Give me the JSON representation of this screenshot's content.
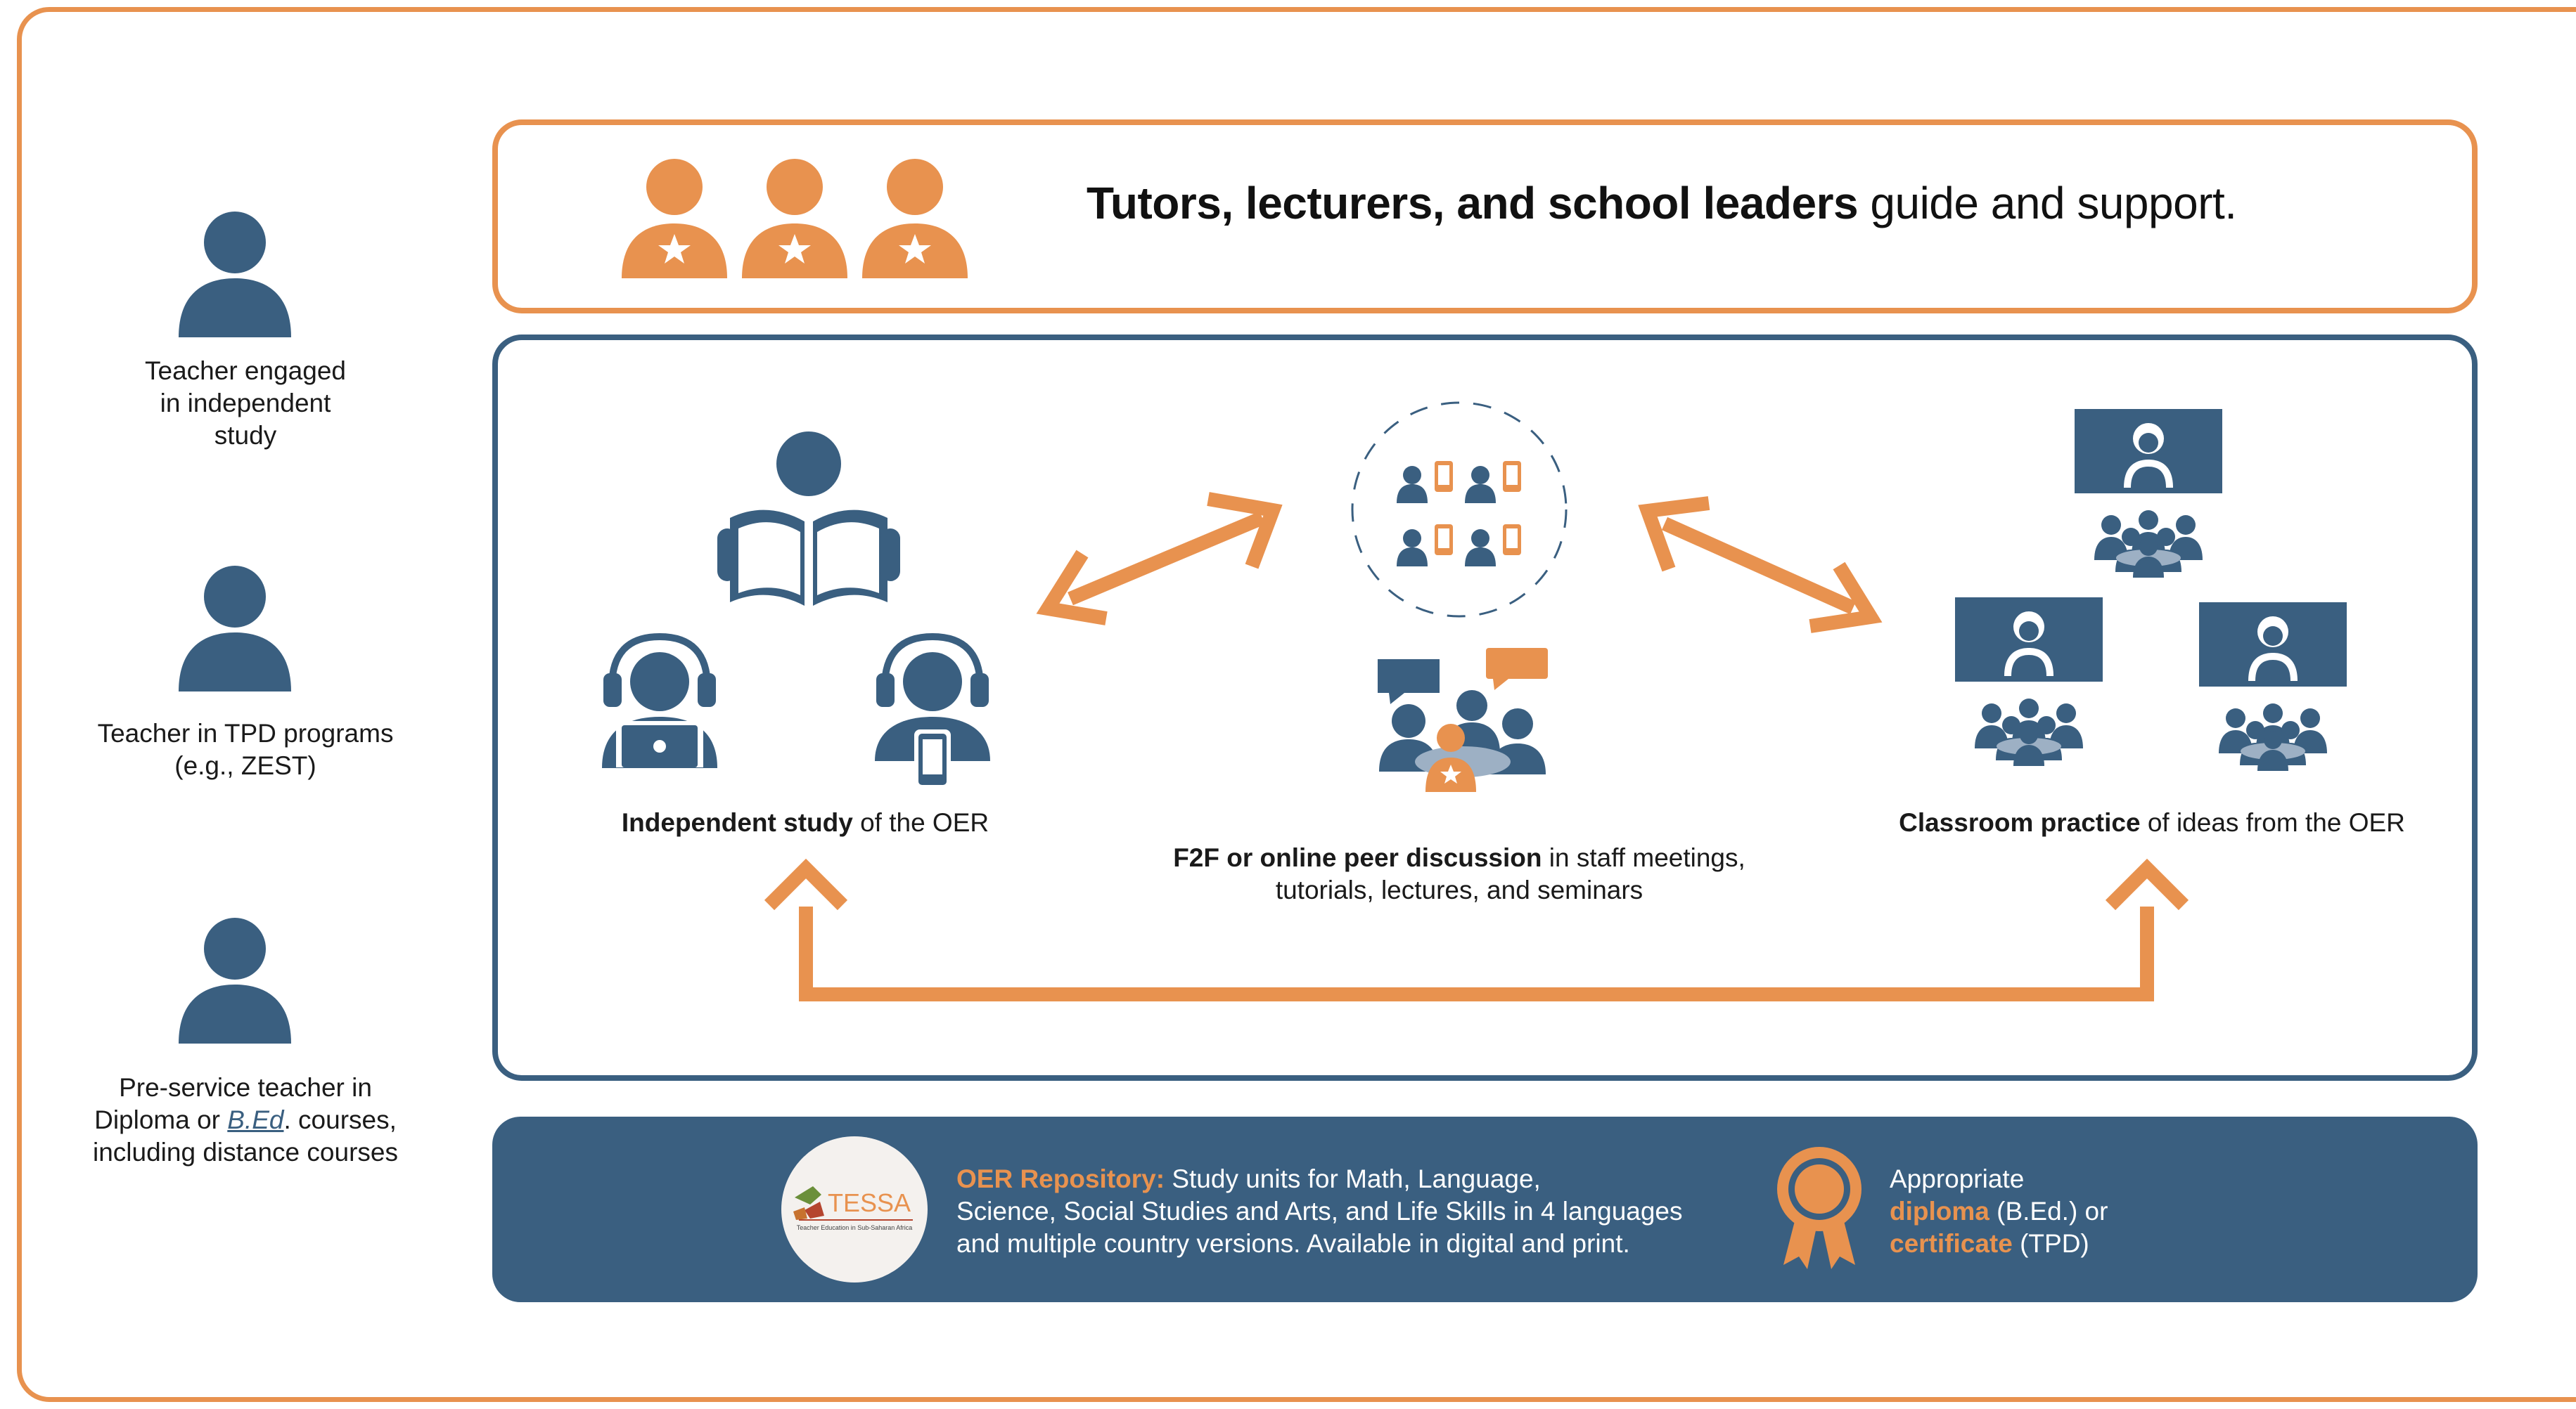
{
  "colors": {
    "orange": "#E8924F",
    "navy": "#3A5F80",
    "text": "#1a1a1a",
    "white": "#ffffff"
  },
  "left_column": {
    "teacher_1": {
      "icon": "person-icon",
      "line1": "Teacher engaged",
      "line2": "in independent",
      "line3": "study"
    },
    "teacher_2": {
      "icon": "person-icon",
      "line1": "Teacher in TPD programs",
      "line2": "(e.g., ZEST)"
    },
    "teacher_3": {
      "icon": "person-icon",
      "line1_pre": "Pre-service teacher in",
      "line2_pre": "Diploma or ",
      "line2_link": "B.Ed",
      "line2_post": ". courses,",
      "line3": "including distance courses"
    }
  },
  "support_box": {
    "icons": [
      "tutor-star-icon",
      "tutor-star-icon",
      "tutor-star-icon"
    ],
    "headline_bold": "Tutors, lecturers, and school leaders",
    "headline_rest": " guide and support."
  },
  "activities": {
    "independent": {
      "bold": "Independent study",
      "rest": " of the OER",
      "icons": [
        "reading-book-icon",
        "headset-laptop-icon",
        "headset-phone-icon"
      ]
    },
    "peer": {
      "bold": "F2F or online peer discussion",
      "rest": " in staff meetings,",
      "line2": "tutorials, lectures, and seminars",
      "icons": [
        "online-peers-icon",
        "group-discussion-icon"
      ]
    },
    "classroom": {
      "bold": "Classroom practice",
      "rest": " of ideas from the OER",
      "icons": [
        "classroom-icon",
        "classroom-icon",
        "classroom-icon"
      ]
    }
  },
  "repository_bar": {
    "logo_text": "TESSA",
    "logo_subtext": "Teacher Education in Sub-Saharan Africa",
    "oer_label": "OER Repository:",
    "oer_line1": " Study units for Math, Language,",
    "oer_line2": "Science, Social Studies and Arts, and Life Skills in 4 languages",
    "oer_line3": "and multiple country versions. Available in digital and print.",
    "cert_icon": "award-ribbon-icon",
    "cert_line1": "Appropriate",
    "cert_diploma": "diploma",
    "cert_diploma_rest": " (B.Ed.) or",
    "cert_certificate": "certificate",
    "cert_certificate_rest": " (TPD)"
  }
}
